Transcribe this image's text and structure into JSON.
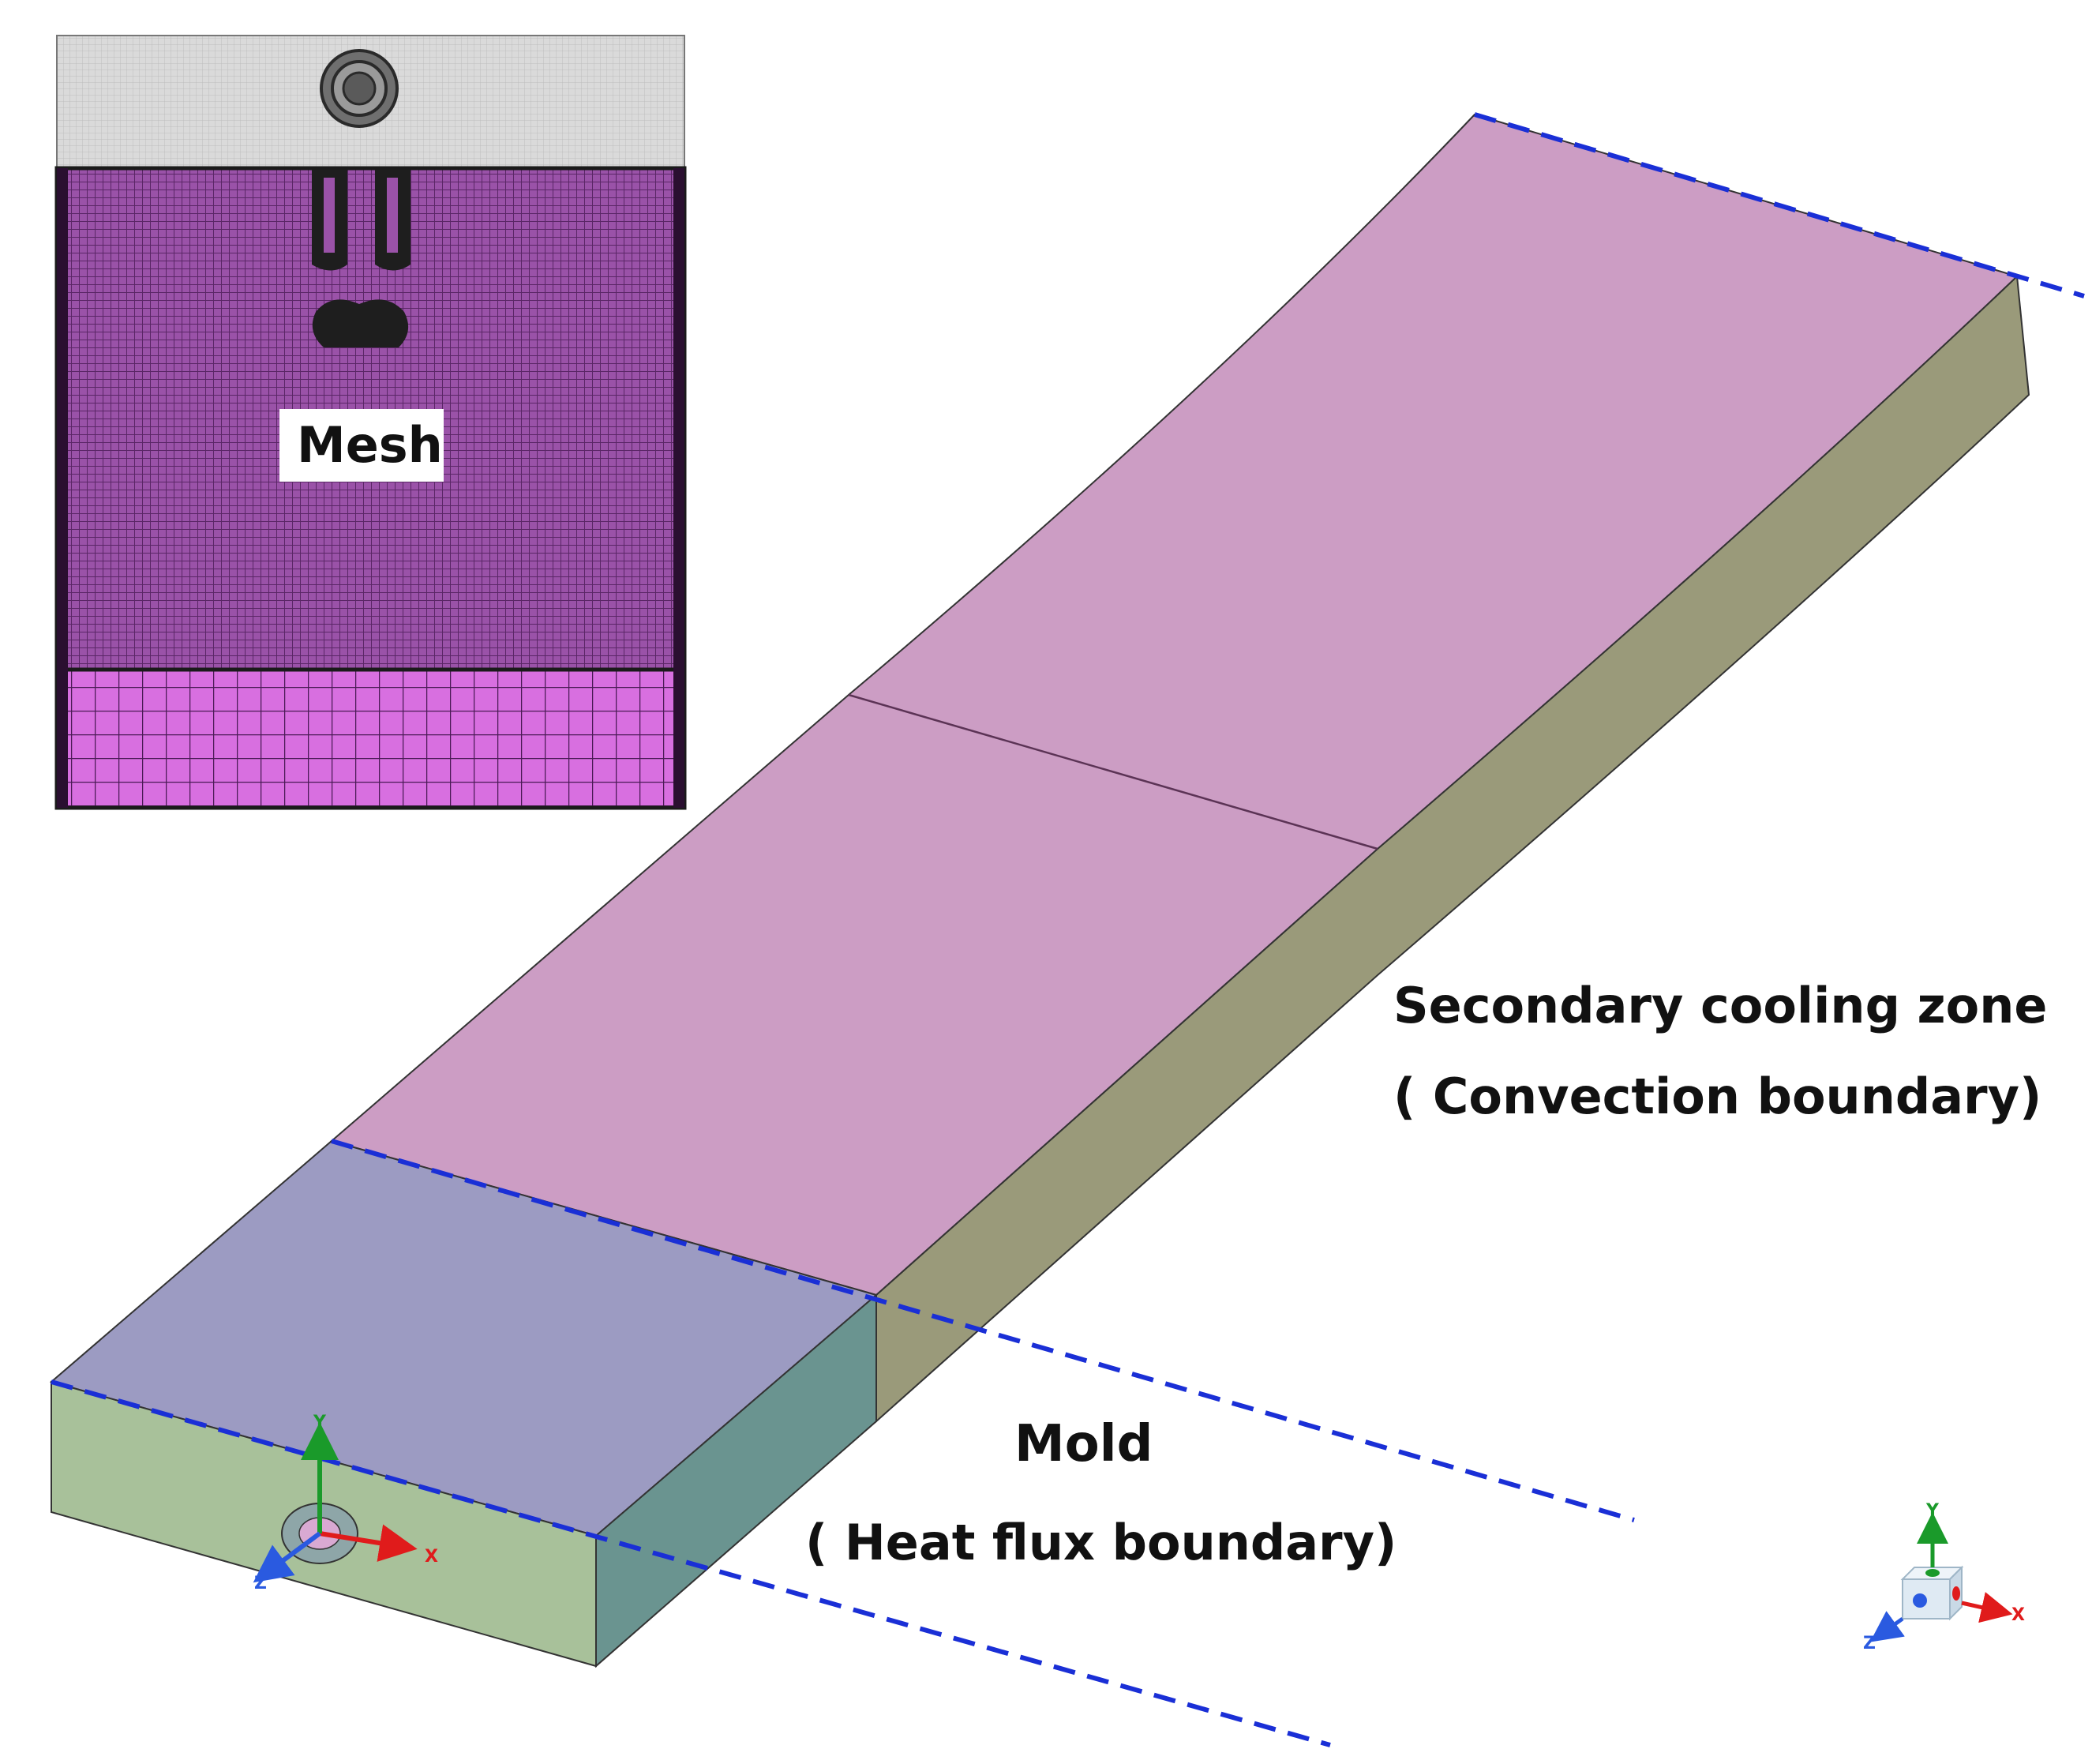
{
  "inset": {
    "mesh_label": "Mesh"
  },
  "labels": {
    "secondary_zone_line1": "Secondary cooling zone",
    "secondary_zone_line2": "( Convection boundary)",
    "mold_line1": "Mold",
    "mold_line2": "( Heat flux boundary)"
  },
  "axes_local": {
    "x": "X",
    "y": "Y",
    "z": "Z"
  },
  "axes_triad": {
    "x": "X",
    "y": "Y",
    "z": "Z"
  },
  "colors": {
    "slab_top": "#cc9dc4",
    "slab_side": "#9a9a7a",
    "mold_top": "#9c9bc2",
    "mold_side": "#6a9490",
    "mold_front": "#a8c19a",
    "boundary_dash": "#1a2fd6",
    "mesh_fill": "#9a52a8",
    "mesh_fine_fill": "#d86fe0",
    "inset_top": "#d9d9d9",
    "axis_x": "#e01b1b",
    "axis_y": "#1a9a2a",
    "axis_z": "#2a5ae0"
  },
  "icons": {
    "mesh_inset": "mesh-image",
    "coordinate_triad": "axis-cube-icon"
  }
}
